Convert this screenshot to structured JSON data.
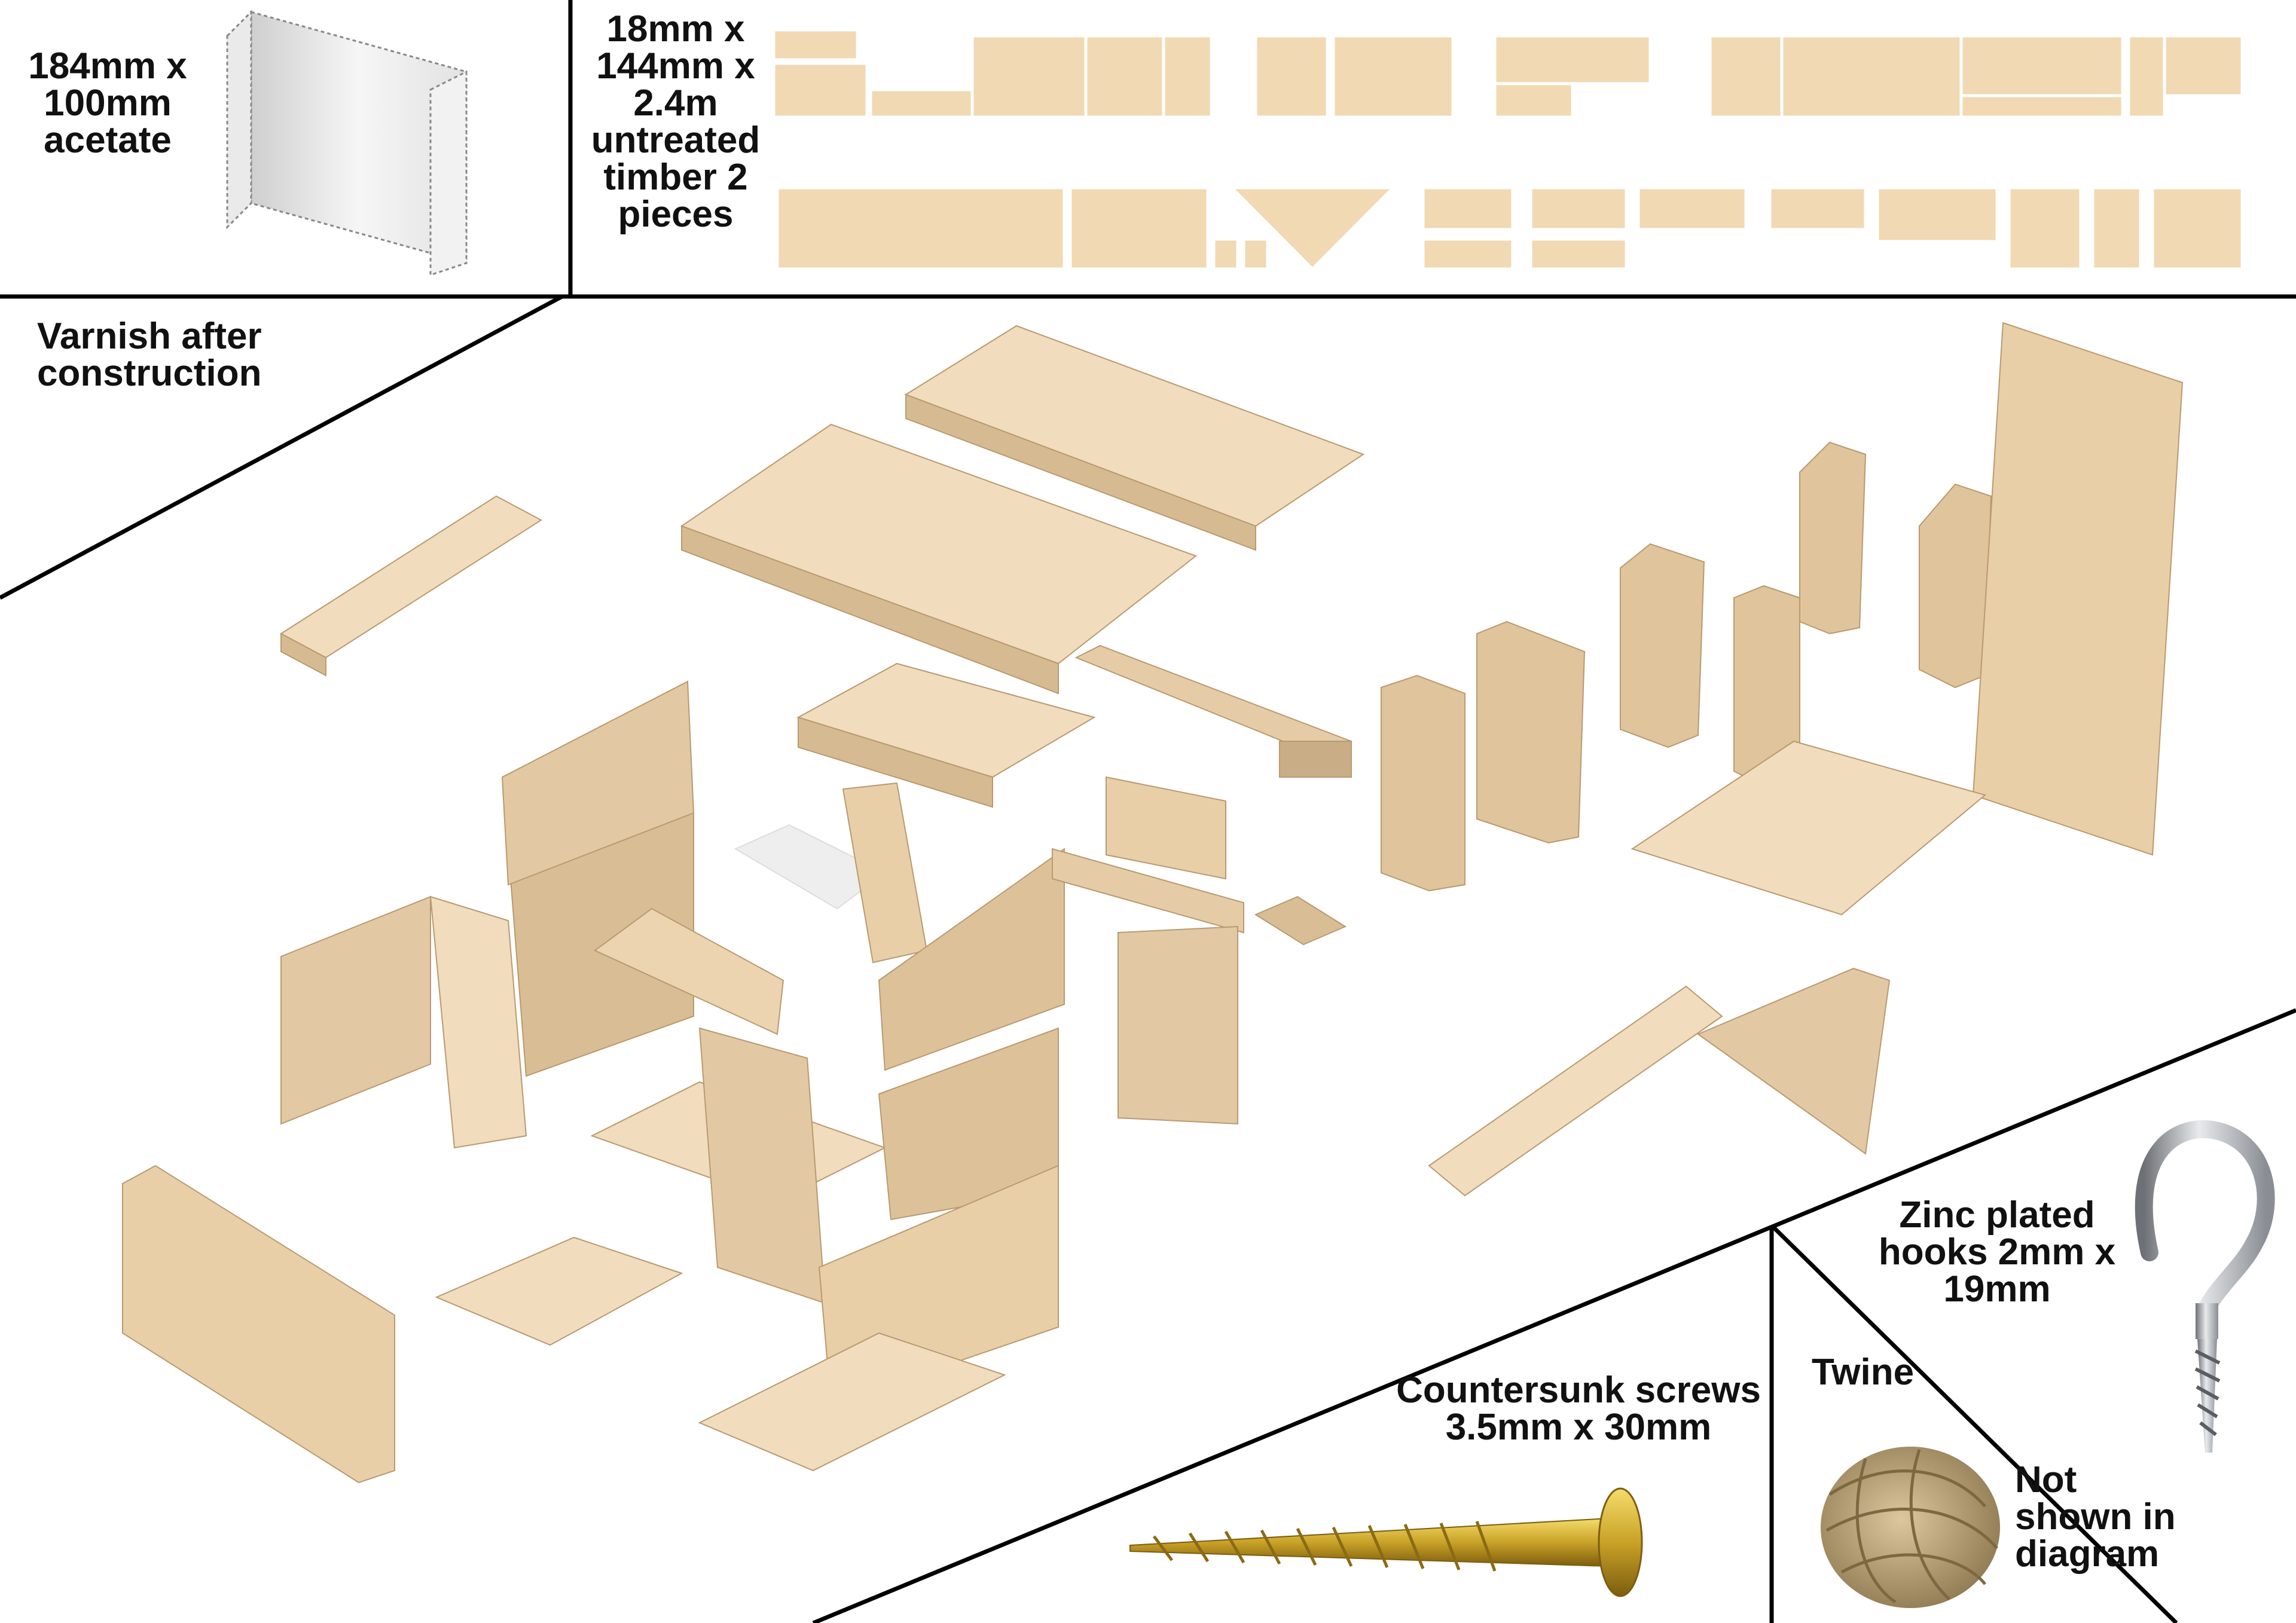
{
  "labels": {
    "acetate": "184mm x 100mm acetate",
    "timber": "18mm x 144mm x 2.4m untreated timber 2 pieces",
    "varnish": "Varnish after construction",
    "hooks": "Zinc plated hooks 2mm x 19mm",
    "screws": "Countersunk screws 3.5mm x 30mm",
    "twine": "Twine",
    "not_shown": "Not shown in diagram"
  },
  "colors": {
    "wood_top": "#f1dcbd",
    "wood_front": "#e2c9a3",
    "wood_side": "#c9ad86",
    "line": "#000000",
    "screw": "#c9a227",
    "hook": "#b8bcc2",
    "twine": "#bca57c"
  },
  "icons": [
    "acetate-sheet-icon",
    "timber-cut-pieces-icon",
    "screw-icon",
    "hook-icon",
    "twine-ball-icon"
  ]
}
